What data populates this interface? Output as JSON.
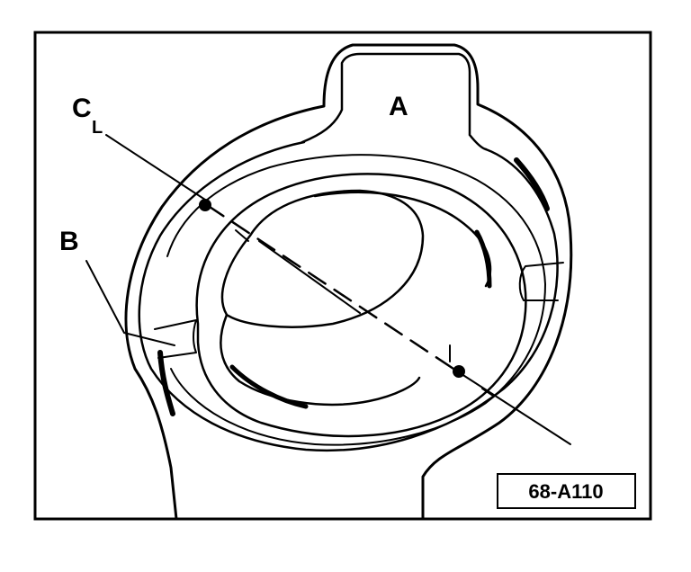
{
  "labels": {
    "a": "A",
    "b": "B",
    "cl_main": "C",
    "cl_sub": "L"
  },
  "reference_code": "68-A110",
  "colors": {
    "ink": "#000000",
    "paper": "#ffffff"
  }
}
